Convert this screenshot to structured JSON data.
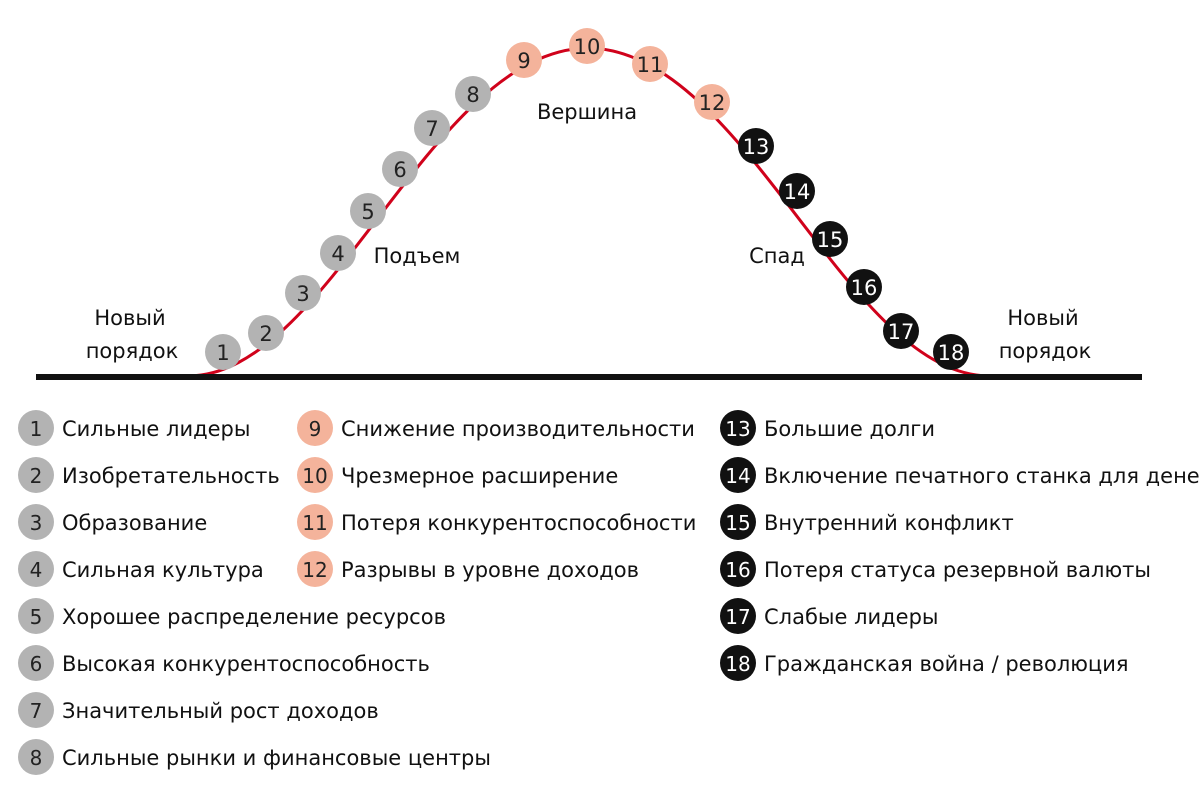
{
  "labels": {
    "new_order_left_1": "Новый",
    "new_order_left_2": "порядок",
    "rise": "Подъем",
    "peak": "Вершина",
    "decline": "Спад",
    "new_order_right_1": "Новый",
    "new_order_right_2": "порядок"
  },
  "colors": {
    "curve": "#d0021b",
    "axis": "#111111",
    "stage_rise": "#b3b3b3",
    "stage_peak": "#f4b39b",
    "stage_decline": "#111111"
  },
  "stages": [
    {
      "n": "1",
      "phase": "rise",
      "text": "Сильные лидеры"
    },
    {
      "n": "2",
      "phase": "rise",
      "text": "Изобретательность"
    },
    {
      "n": "3",
      "phase": "rise",
      "text": "Образование"
    },
    {
      "n": "4",
      "phase": "rise",
      "text": "Сильная культура"
    },
    {
      "n": "5",
      "phase": "rise",
      "text": "Хорошее распределение ресурсов"
    },
    {
      "n": "6",
      "phase": "rise",
      "text": "Высокая конкурентоспособность"
    },
    {
      "n": "7",
      "phase": "rise",
      "text": "Значительный рост доходов"
    },
    {
      "n": "8",
      "phase": "rise",
      "text": "Сильные рынки и финансовые центры"
    },
    {
      "n": "9",
      "phase": "peak",
      "text": "Снижение производительности"
    },
    {
      "n": "10",
      "phase": "peak",
      "text": "Чрезмерное расширение"
    },
    {
      "n": "11",
      "phase": "peak",
      "text": "Потеря конкурентоспособности"
    },
    {
      "n": "12",
      "phase": "peak",
      "text": "Разрывы в уровне доходов"
    },
    {
      "n": "13",
      "phase": "decline",
      "text": "Большие долги"
    },
    {
      "n": "14",
      "phase": "decline",
      "text": "Включение печатного станка для денег"
    },
    {
      "n": "15",
      "phase": "decline",
      "text": "Внутренний конфликт"
    },
    {
      "n": "16",
      "phase": "decline",
      "text": "Потеря статуса резервной валюты"
    },
    {
      "n": "17",
      "phase": "decline",
      "text": "Слабые лидеры"
    },
    {
      "n": "18",
      "phase": "decline",
      "text": "Гражданская война / революция"
    }
  ]
}
